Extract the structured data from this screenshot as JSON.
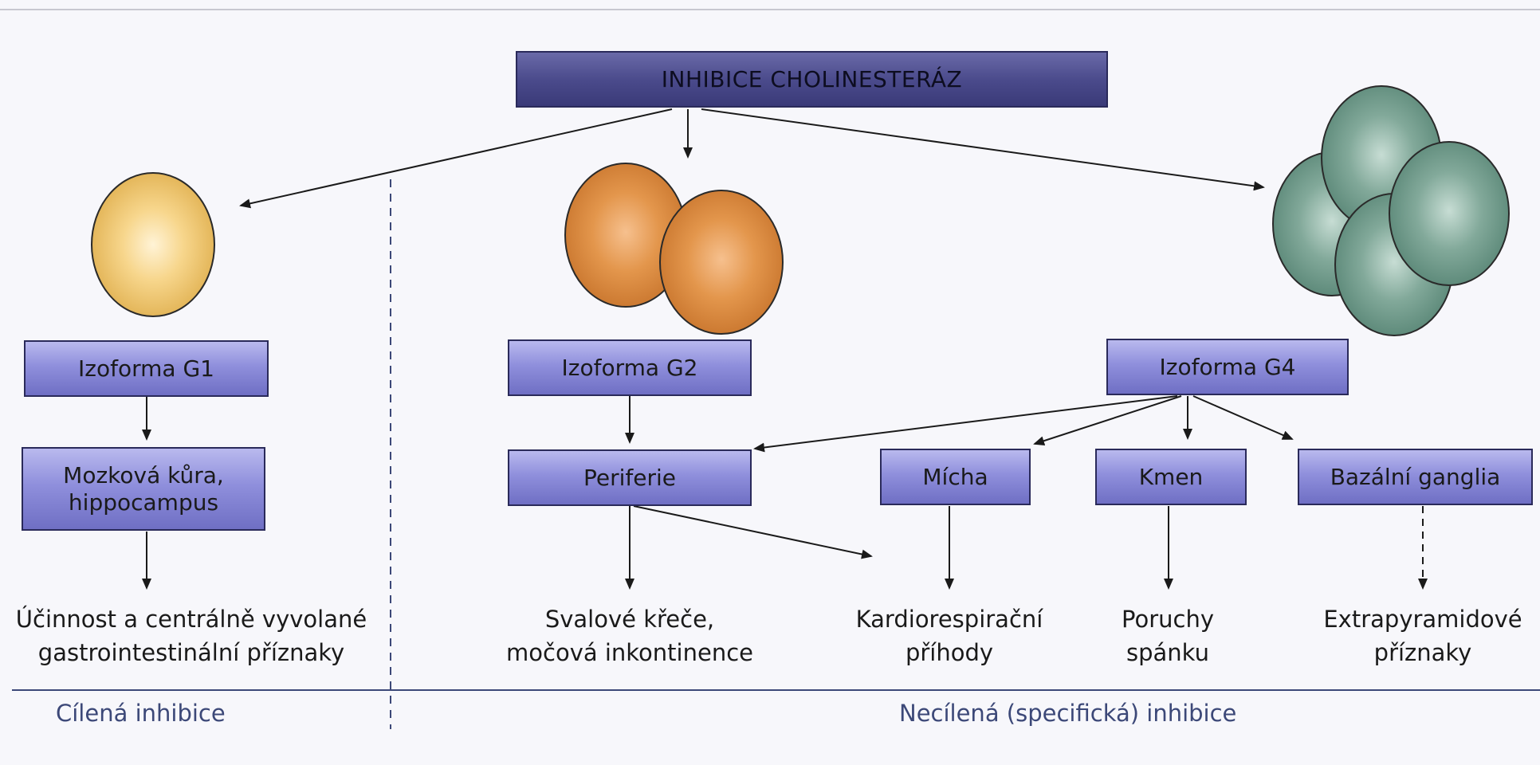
{
  "title": "INHIBICE CHOLINESTERÁZ",
  "isoforms": {
    "g1": "Izoforma G1",
    "g2": "Izoforma G2",
    "g4": "Izoforma G4"
  },
  "targets": {
    "mozek": "Mozková kůra,\nhippocampus",
    "periferie": "Periferie",
    "micha": "Mícha",
    "kmen": "Kmen",
    "bazalni": "Bazální ganglia"
  },
  "effects": {
    "g1_effect": "Účinnost a centrálně vyvolané\ngastrointestinální příznaky",
    "svalove": "Svalové křeče,\nmočová inkontinence",
    "kardio": "Kardiorespirační\npříhody",
    "poruchy": "Poruchy\nspánku",
    "extra": "Extrapyramidové\npříznaky"
  },
  "footer": {
    "left": "Cílená inhibice",
    "right": "Necílená (specifická) inhibice"
  },
  "colors": {
    "g1_sphere": "#f2c56a",
    "g2_sphere": "#d9863a",
    "g4_sphere": "#5f8f80",
    "box_fill": "#8f8fdc",
    "title_fill": "#4b4b8c",
    "footer_text": "#3c4878"
  }
}
